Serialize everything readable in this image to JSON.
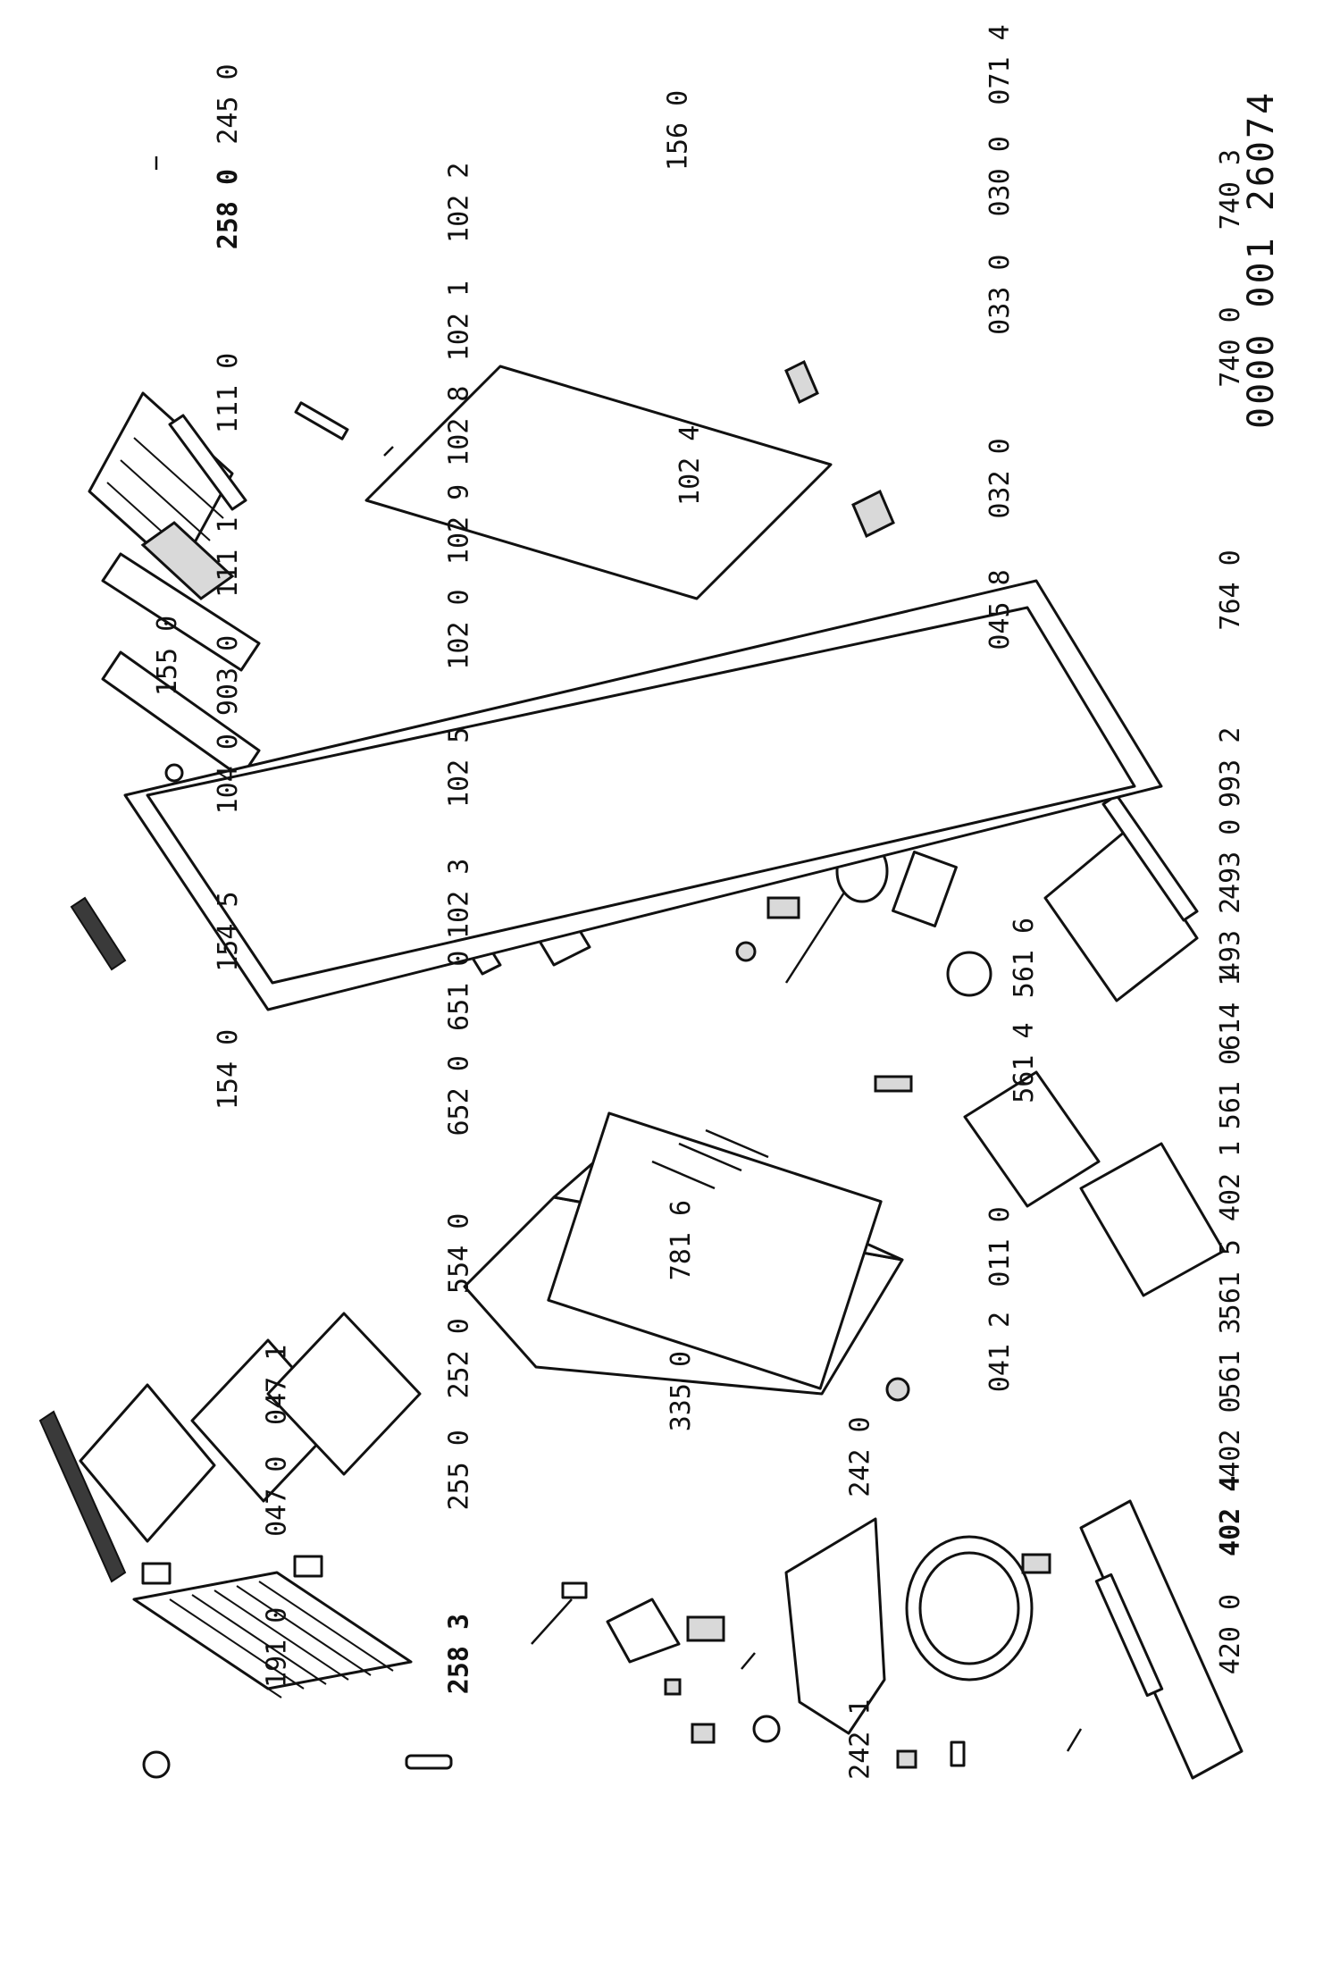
{
  "document_number": "0000 001 26074",
  "labels": {
    "p7403": "740 3",
    "p7400": "740 0",
    "p7640": "764 0",
    "p9932": "993 2",
    "p4930": "493 0",
    "p4932": "493 2",
    "p6141": "614 1",
    "p5610": "561 0",
    "p4021": "402 1",
    "p5615": "561 5",
    "p5613": "561 3",
    "p4020": "402 0",
    "p4024": "402 4",
    "p4200": "420 0",
    "p5616": "561 6",
    "p5614": "561 4",
    "p0714": "071 4",
    "p0300": "030 0",
    "p0330": "033 0",
    "p0320": "032 0",
    "p0458": "045 8",
    "p0110": "011 0",
    "p0412": "041 2",
    "p2420": "242 0",
    "p2421": "242 1",
    "p1560": "156 0",
    "p1024": "102 4",
    "p7816": "781 6",
    "p3350": "335 0",
    "p1022": "102 2",
    "p1021": "102 1",
    "p1028": "102 8",
    "p1029": "102 9",
    "p1020": "102 0",
    "p1025": "102 5",
    "p1023": "102 3",
    "p6510": "651 0",
    "p6520": "652 0",
    "p5540": "554 0",
    "p2520": "252 0",
    "p2550": "255 0",
    "p2583": "258 3",
    "p2450": "245 0",
    "p2580": "258 0",
    "p1110": "111 0",
    "p1111": "111 1",
    "p9030": "903 0",
    "p1040": "104 0",
    "p1550": "155 0",
    "p1545": "154 5",
    "p1540": "154 0",
    "p0471": "047 1",
    "p0470": "047 0",
    "p1910": "191 0"
  }
}
